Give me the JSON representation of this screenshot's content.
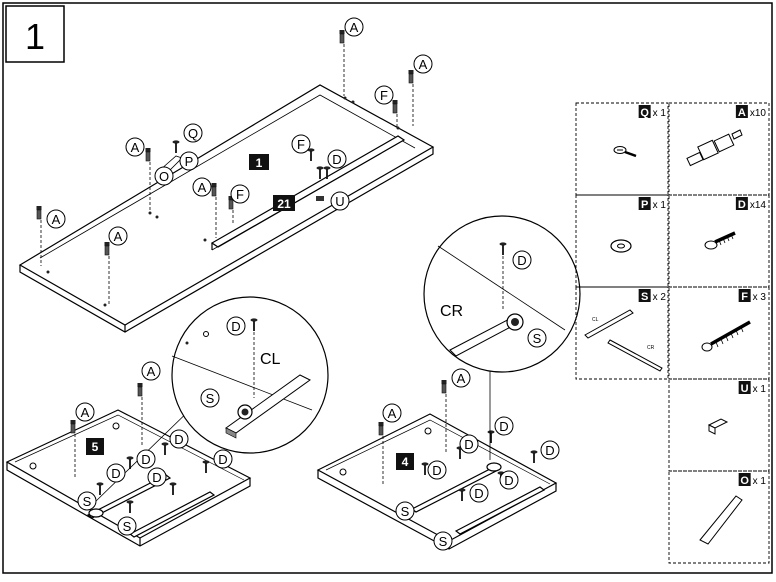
{
  "step": {
    "number": "1"
  },
  "panels": {
    "top": {
      "badges": [
        "1",
        "21"
      ]
    },
    "bottom_left": {
      "badge": "5"
    },
    "bottom_right": {
      "badge": "4"
    }
  },
  "letters": {
    "A": "A",
    "F": "F",
    "D": "D",
    "Q": "Q",
    "P": "P",
    "O": "O",
    "U": "U",
    "S": "S"
  },
  "callouts": {
    "cl": "CL",
    "cr": "CR"
  },
  "parts": [
    {
      "letter": "Q",
      "qty": "x 1",
      "icon": "small-screw-icon"
    },
    {
      "letter": "A",
      "qty": "x10",
      "icon": "cam-bolt-icon"
    },
    {
      "letter": "P",
      "qty": "x 1",
      "icon": "washer-icon"
    },
    {
      "letter": "D",
      "qty": "x14",
      "icon": "wood-screw-icon"
    },
    {
      "letter": "S",
      "qty": "x 2",
      "icon": "drawer-runner-icon"
    },
    {
      "letter": "F",
      "qty": "x 3",
      "icon": "long-screw-icon"
    },
    {
      "letter": "U",
      "qty": "x 1",
      "icon": "clip-icon"
    },
    {
      "letter": "O",
      "qty": "x 1",
      "icon": "tool-icon"
    }
  ],
  "runner_labels": {
    "cl": "CL",
    "cr": "CR"
  }
}
